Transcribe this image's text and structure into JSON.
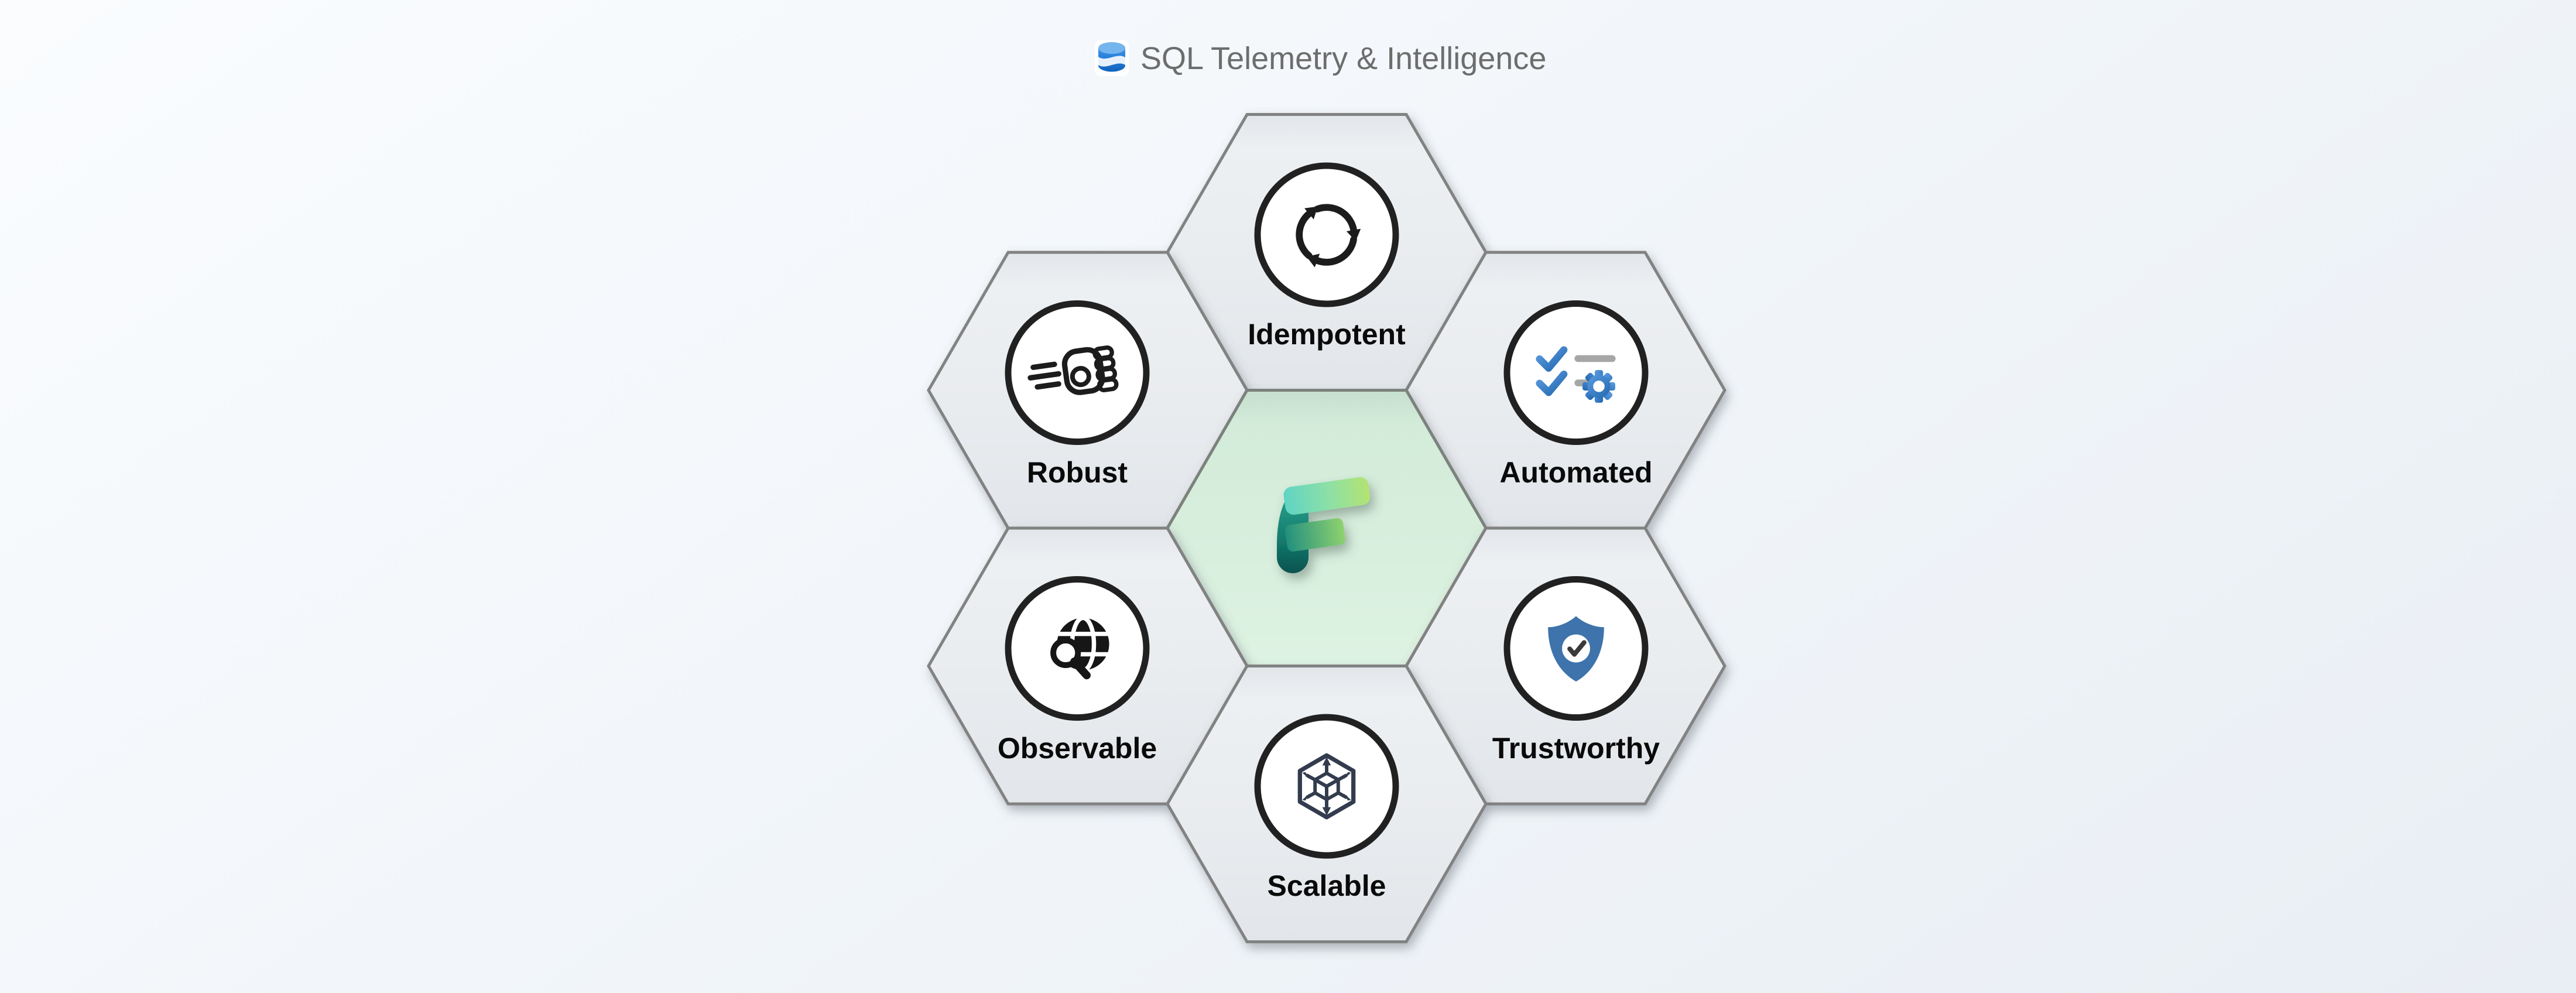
{
  "header": {
    "title": "SQL Telemetry & Intelligence",
    "icon": "sql-database-icon"
  },
  "diagram": {
    "center": {
      "icon": "microsoft-fabric-logo"
    },
    "cells": [
      {
        "id": "idempotent",
        "label": "Idempotent",
        "icon": "recycle-icon"
      },
      {
        "id": "robust",
        "label": "Robust",
        "icon": "fist-speed-icon"
      },
      {
        "id": "automated",
        "label": "Automated",
        "icon": "checklist-gear-icon"
      },
      {
        "id": "observable",
        "label": "Observable",
        "icon": "globe-magnifier-icon"
      },
      {
        "id": "trustworthy",
        "label": "Trustworthy",
        "icon": "shield-check-icon"
      },
      {
        "id": "scalable",
        "label": "Scalable",
        "icon": "cube-scale-icon"
      }
    ]
  },
  "colors": {
    "bg_top": "#fafcfe",
    "bg_bottom": "#e9eef4",
    "hex_border": "#828282",
    "green_border": "#7c827c",
    "circle_fill": "#ffffff",
    "circle_stroke": "#212121",
    "label_color": "#0a0a0a",
    "title_color": "#6d6d6d",
    "icon_black": "#1c1c1c",
    "accent_blue": "#2d7dd2",
    "line_gray": "#a6a6a6",
    "shield_blue": "#3e73ac",
    "check_dark": "#3a3a3a",
    "cube_navy": "#333c4e",
    "hex_fill": "#e8ebef",
    "green_fill": "#d8efde",
    "fabric_teal": "#23907e",
    "fabric_green": "#9fe08f",
    "sql_blue": "#1274d4"
  }
}
